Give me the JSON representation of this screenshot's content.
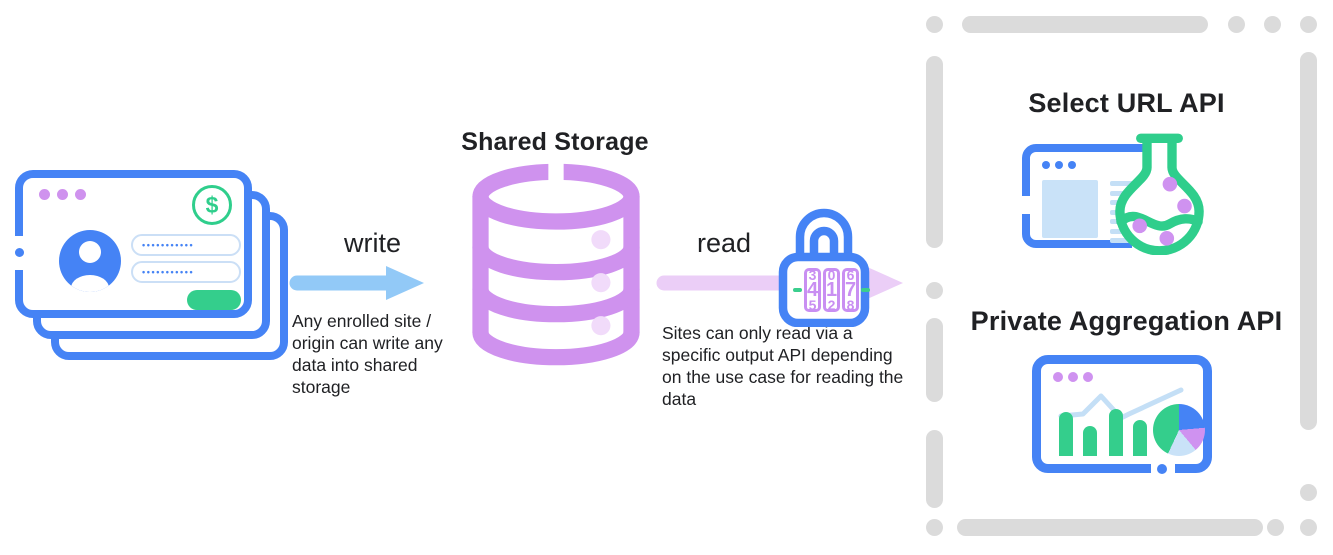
{
  "login_card": {
    "password1": "•••••••••••",
    "password2": "•••••••••••",
    "dollar_symbol": "$"
  },
  "write_flow": {
    "label": "write",
    "annotation": "Any enrolled site / origin can write any data into shared storage"
  },
  "shared_storage": {
    "title": "Shared Storage"
  },
  "read_flow": {
    "label": "read",
    "annotation": "Sites can only read via a specific output API depending on the use case for reading the data"
  },
  "lock": {
    "code": "417",
    "dials": [
      {
        "above": "3",
        "digit": "4",
        "below": "5"
      },
      {
        "above": "0",
        "digit": "1",
        "below": "2"
      },
      {
        "above": "6",
        "digit": "7",
        "below": "8"
      }
    ]
  },
  "output_apis": {
    "select_url": {
      "title": "Select URL API"
    },
    "private_aggregation": {
      "title": "Private Aggregation API"
    }
  },
  "colors": {
    "blue": "#4583F5",
    "light_blue_fill": "#C9E2F8",
    "blue_arrow": "#92C9F7",
    "purple": "#CF92EE",
    "light_purple": "#F1DBFA",
    "pink_arrow": "#EBCEF7",
    "green": "#2FCE8C",
    "gray_dash": "#DBDBDB",
    "text": "#202124"
  }
}
